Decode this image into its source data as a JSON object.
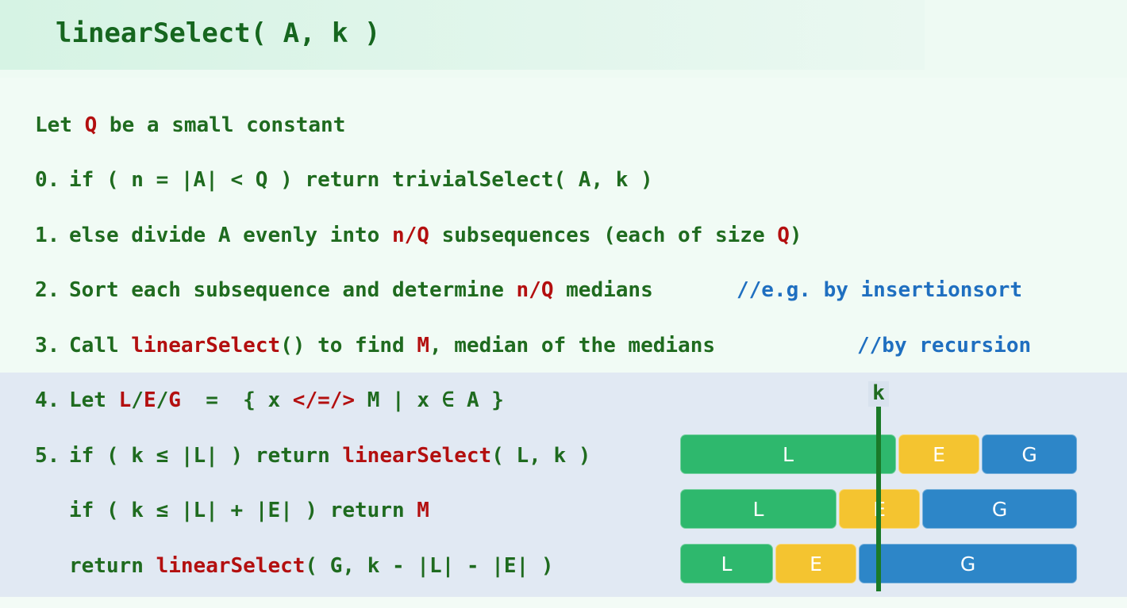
{
  "title": "linearSelect( A, k )",
  "lines": {
    "l_intro": {
      "a": "Let ",
      "b": "Q",
      "c": " be a small constant"
    },
    "l0": {
      "num": "0.",
      "text": "if ( n = |A| < Q ) return trivialSelect( A, k )"
    },
    "l1": {
      "num": "1.",
      "a": "else divide A evenly into ",
      "b": "n/Q",
      "c": " subsequences (each of size ",
      "d": "Q",
      "e": ")"
    },
    "l2": {
      "num": "2.",
      "a": "Sort each subsequence and determine ",
      "b": "n/Q",
      "c": " medians",
      "comment": "//e.g. by insertionsort"
    },
    "l3": {
      "num": "3.",
      "a": "Call ",
      "b": "linearSelect",
      "c": "() to find ",
      "d": "M",
      "e": ", median of the medians",
      "comment": "//by recursion"
    },
    "l4": {
      "num": "4.",
      "a": "Let ",
      "b": "L",
      "c": "/",
      "d": "E",
      "e": "/",
      "f": "G",
      "g": "  =  { x ",
      "h": "</=/>",
      "i": " M | x ∈ A }"
    },
    "l5": {
      "num": "5.",
      "a": "if ( k ≤ |L| ) return ",
      "b": "linearSelect",
      "c": "( L, k )"
    },
    "l6": {
      "a": "if ( k ≤ |L| + |E| ) return ",
      "b": "M"
    },
    "l7": {
      "a": "return ",
      "b": "linearSelect",
      "c": "( G, k - |L| - |E| )"
    }
  },
  "diagram": {
    "k_label": "k",
    "rows": [
      {
        "segments": [
          {
            "label": "L",
            "fraction": 0.55
          },
          {
            "label": "E",
            "fraction": 0.21
          },
          {
            "label": "G",
            "fraction": 0.24
          }
        ]
      },
      {
        "segments": [
          {
            "label": "L",
            "fraction": 0.4
          },
          {
            "label": "E",
            "fraction": 0.21
          },
          {
            "label": "G",
            "fraction": 0.39
          }
        ]
      },
      {
        "segments": [
          {
            "label": "L",
            "fraction": 0.24
          },
          {
            "label": "E",
            "fraction": 0.21
          },
          {
            "label": "G",
            "fraction": 0.55
          }
        ]
      }
    ]
  },
  "colors": {
    "L": "#2eb86d",
    "E": "#f4c430",
    "G": "#2d86c8",
    "keyword": "#b30f0f",
    "comment": "#1f6fc0",
    "text": "#1f6b1f"
  }
}
